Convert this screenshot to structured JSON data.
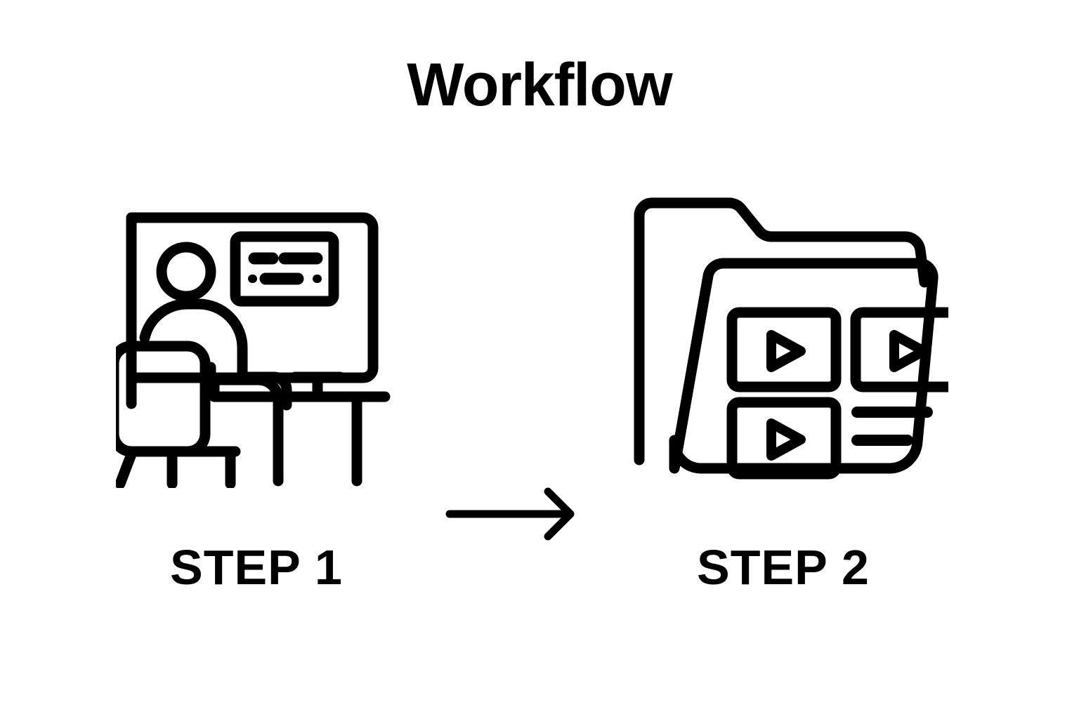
{
  "page": {
    "title": "Workflow",
    "background_color": "#ffffff",
    "stroke_color": "#000000"
  },
  "flow": {
    "arrow_icon": "arrow-right-icon",
    "steps": [
      {
        "id": "step-1",
        "label": "STEP 1",
        "icon": "person-at-desk-computer-icon",
        "icon_description": "Person seated on a chair at a desk in front of a monitor showing text lines"
      },
      {
        "id": "step-2",
        "label": "STEP 2",
        "icon": "folder-with-video-thumbnails-icon",
        "icon_description": "Open folder containing three video thumbnails with play buttons and two text lines"
      }
    ]
  }
}
